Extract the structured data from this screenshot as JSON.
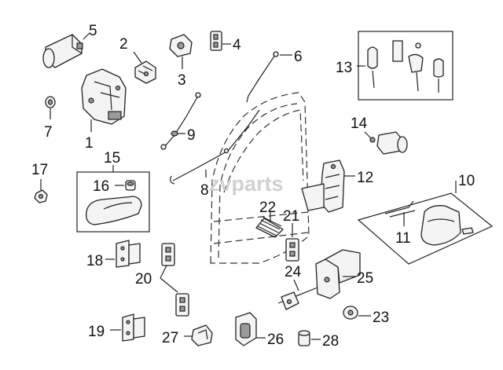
{
  "watermark": "zvparts",
  "callouts": {
    "c1": "1",
    "c2": "2",
    "c3": "3",
    "c4": "4",
    "c5": "5",
    "c6": "6",
    "c7": "7",
    "c8": "8",
    "c9": "9",
    "c10": "10",
    "c11": "11",
    "c12": "12",
    "c13": "13",
    "c14": "14",
    "c15": "15",
    "c16": "16",
    "c17": "17",
    "c18": "18",
    "c19": "19",
    "c20": "20",
    "c21": "21",
    "c22": "22",
    "c23": "23",
    "c24": "24",
    "c25": "25",
    "c26": "26",
    "c27": "27",
    "c28": "28"
  }
}
